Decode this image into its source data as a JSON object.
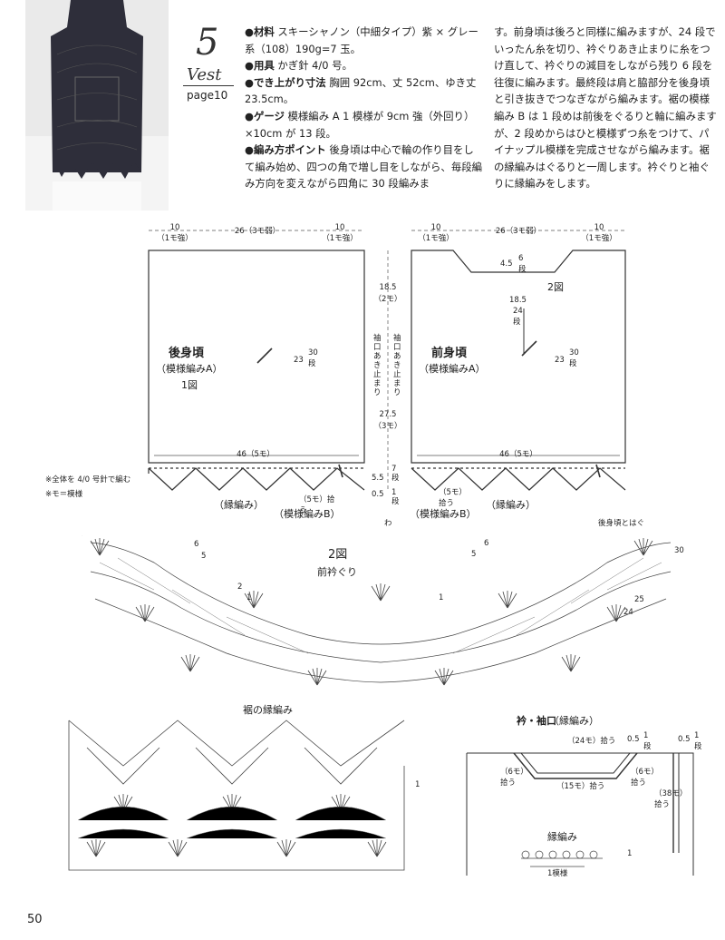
{
  "header": {
    "pattern_number": "5",
    "item_type": "Vest",
    "page_ref": "page10"
  },
  "specs": {
    "material_label": "●材料",
    "material_text": "スキーシャノン（中細タイプ）紫 × グレー系（108）190g=7 玉。",
    "tools_label": "●用具",
    "tools_text": "かぎ針 4/0 号。",
    "size_label": "●でき上がり寸法",
    "size_text": "胸囲 92cm、丈 52cm、ゆき丈 23.5cm。",
    "gauge_label": "●ゲージ",
    "gauge_text": "模様編み A 1 模様が 9cm 強（外回り）×10cm が 13 段。",
    "method_label": "●編み方ポイント",
    "method_text": "後身頃は中心で輪の作り目をして編み始め、四つの角で増し目をしながら、毎段編み方向を変えながら四角に 30 段編みま"
  },
  "body_text": "す。前身頃は後ろと同様に編みますが、24 段でいったん糸を切り、衿ぐりあき止まりに糸をつけ直して、衿ぐりの減目をしながら残り 6 段を往復に編みます。最終段は肩と脇部分を後身頃と引き抜きでつなぎながら編みます。裾の模様編み B は 1 段めは前後をぐるりと輪に編みますが、2 段めからはひと模様ずつ糸をつけて、パイナップル模様を完成させながら編みます。裾の縁編みはぐるりと一周します。衿ぐりと袖ぐりに縁編みをします。",
  "notes": {
    "needle": "※全体を 4/0 号針で編む",
    "mo": "※モ＝模様"
  },
  "schematic": {
    "back_title": "後身頃",
    "back_sub": "（模様編みA）",
    "back_fig": "1図",
    "front_title": "前身頃",
    "front_sub": "（模様編みA）",
    "front_fig": "2図",
    "top_left": "10",
    "top_left_sub": "（1モ強）",
    "top_mid": "26（3モ弱）",
    "top_right": "10",
    "top_right_sub": "（1モ強）",
    "neck_depth": "4.5",
    "neck_rows": "6段",
    "front_len": "18.5",
    "front_rows": "24段",
    "center_upper": "18.5",
    "center_upper_sub": "（2モ）",
    "armhole_left": "袖口あき止まり",
    "armhole_right": "袖口あき止まり",
    "center_lower": "27.5",
    "center_lower_sub": "（3モ）",
    "rows23": "23",
    "rows30": "30段",
    "width46": "46（5モ）",
    "hem_len": "5.5",
    "hem_rows": "7段",
    "edge_len": "0.5",
    "edge_rows": "1段",
    "ring": "わ",
    "pickup": "（5モ）拾う",
    "edge_label": "（縁編み）",
    "pattern_b": "（模様編みB）"
  },
  "chart2": {
    "title": "2図",
    "subtitle": "前衿ぐり",
    "join_note": "後身頃とはぐ",
    "r6": "6",
    "r5": "5",
    "r2": "2",
    "r1": "1",
    "r30": "30",
    "r25": "25",
    "r24": "24"
  },
  "hem_chart": {
    "title": "裾の縁編み",
    "r1": "1"
  },
  "collar": {
    "title": "衿・袖口",
    "title_sub": "（縁編み）",
    "top_pickup": "（24モ）拾う",
    "bottom_pickup": "（15モ）拾う",
    "side_l": "（6モ）拾う",
    "side_r": "（6モ）拾う",
    "edge_a": "0.5",
    "edge_a_rows": "1段",
    "edge_b": "0.5",
    "edge_b_rows": "1段",
    "sleeve_pickup": "（38モ）拾う",
    "edge_title": "縁編み",
    "repeat": "1模様",
    "r1": "1"
  },
  "page_number": "50"
}
